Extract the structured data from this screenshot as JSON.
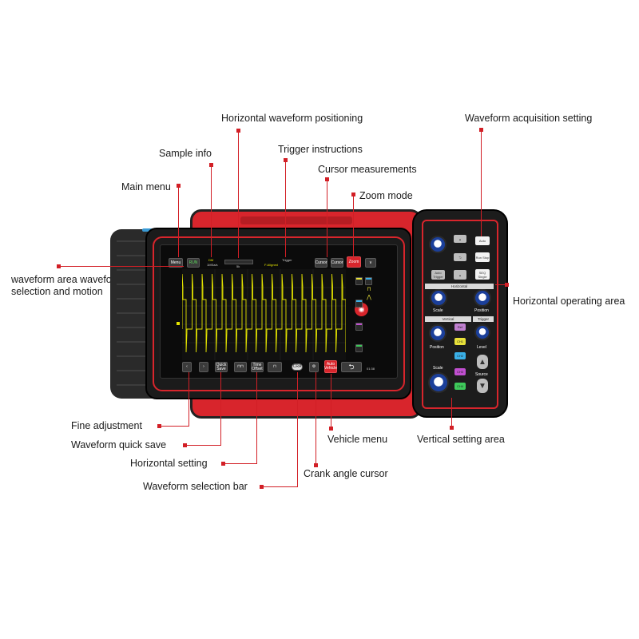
{
  "labels": {
    "horizontal_positioning": "Horizontal waveform positioning",
    "acquisition_setting": "Waveform acquisition setting",
    "sample_info": "Sample info",
    "trigger_instructions": "Trigger instructions",
    "cursor_measurements": "Cursor measurements",
    "main_menu": "Main menu",
    "zoom_mode": "Zoom mode",
    "waveform_area": "waveform area waveform selection and motion",
    "horizontal_operating_area": "Horizontal operating area",
    "fine_adjustment": "Fine adjustment",
    "quick_save": "Waveform quick save",
    "vehicle_menu": "Vehicle menu",
    "vertical_setting_area": "Vertical setting area",
    "horizontal_setting": "Horizontal setting",
    "crank_angle_cursor": "Crank angle cursor",
    "selection_bar": "Waveform selection bar"
  },
  "screen": {
    "menu": "Menu",
    "run": "RUN",
    "sample_mode": "DM",
    "sample_rate": "1MSa/s",
    "memory": "5k",
    "trigger_label": "Trigger",
    "trigger_value": "F:Aligned",
    "cursor_a": "Cursor",
    "cursor_b": "Cursor",
    "zoom": "Zoom",
    "more": "∨",
    "ch_labels": [
      "CH1",
      "CH2",
      "CH3",
      "CH4"
    ],
    "bottom_quick_save": "Quick Save",
    "bottom_horizontal": "Time Offset",
    "bottom_crank": "CRA",
    "bottom_vehicle": "Auto Vehicle",
    "time": "01:38"
  },
  "panel": {
    "auto": "Auto",
    "run_stop": "Run Stop",
    "seq_single": "SEQ Single",
    "auto_trigger": "Auto Trigger",
    "horizontal": "Horizontal",
    "h_scale": "Scale",
    "h_position": "Position",
    "vertical": "Vertical",
    "trigger": "Trigger",
    "v_position": "Position",
    "v_scale": "Scale",
    "level": "Level",
    "source": "Source",
    "ref": "Ref",
    "channels": [
      "CH1",
      "CH2",
      "CH3",
      "CH4"
    ]
  },
  "colors": {
    "accent_red": "#d21f26",
    "device_red": "#d8252c",
    "waveform_yellow": "#e4e400",
    "knob_blue": "#1b3f9a",
    "ch1": "#e8e13a",
    "ch2": "#3ab0e8",
    "ch3": "#c04fd0",
    "ch4": "#3ec95a"
  }
}
